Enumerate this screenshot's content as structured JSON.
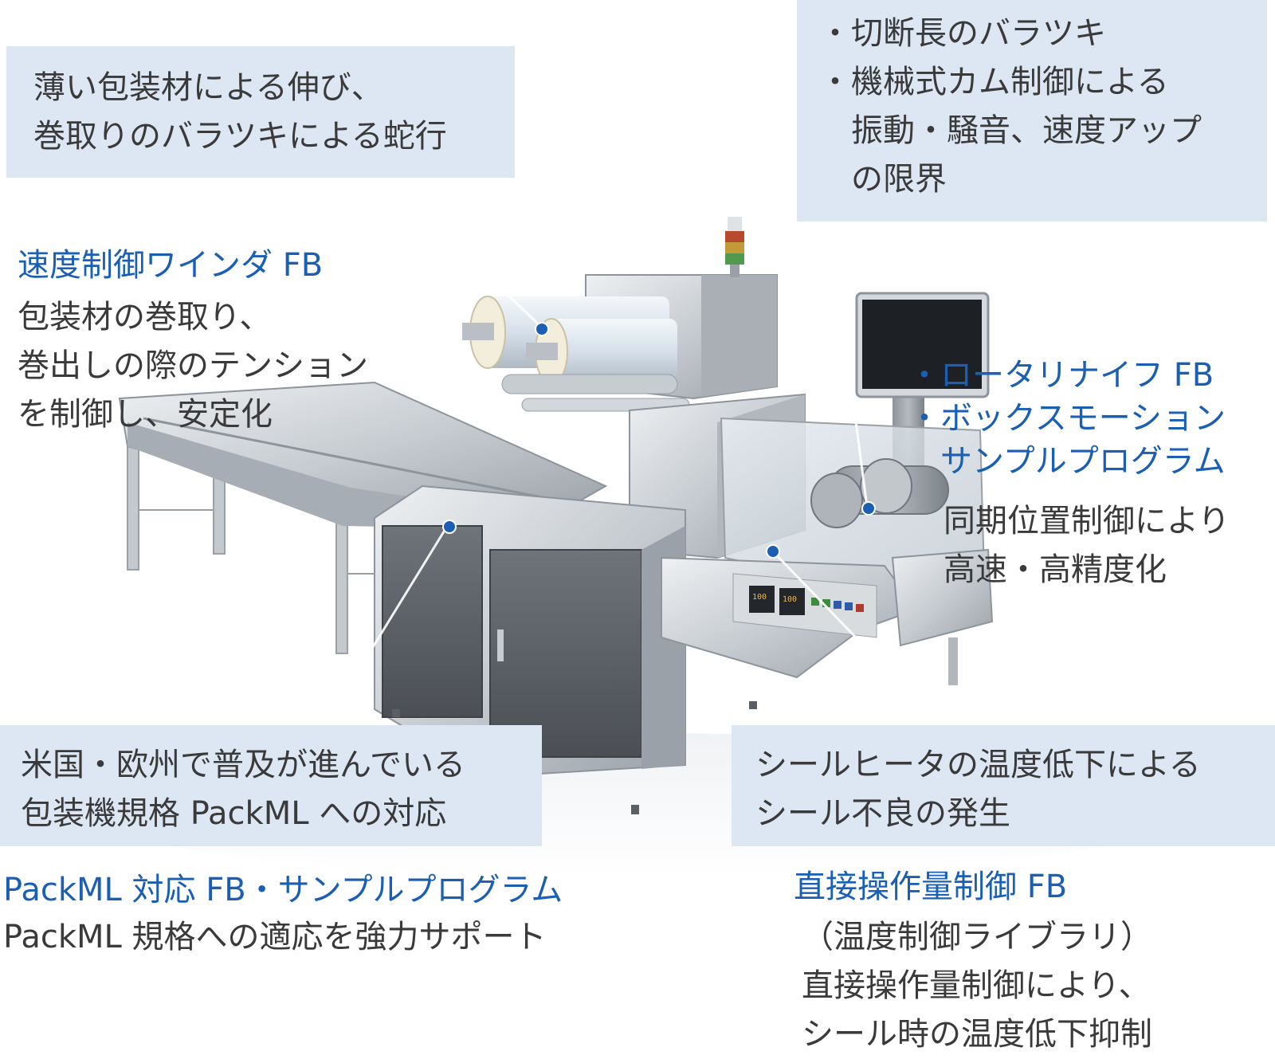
{
  "colors": {
    "accent": "#1a5fb4",
    "callout_bg": "#dce7f3",
    "text": "#3a3a3a",
    "steel": "#c9ced4"
  },
  "callouts": {
    "film_stretch": [
      "薄い包装材による伸び、",
      "巻取りのバラツキによる蛇行"
    ],
    "cutting": [
      "・切断長のバラツキ",
      "・機械式カム制御による",
      "　振動・騒音、速度アップ",
      "　の限界"
    ],
    "packml": [
      "米国・欧州で普及が進んでいる",
      "包装機規格 PackML への対応"
    ],
    "seal": [
      "シールヒータの温度低下による",
      "シール不良の発生"
    ]
  },
  "solutions": {
    "winder": {
      "title": "速度制御ワインダ FB",
      "desc": [
        "包装材の巻取り、",
        "巻出しの際のテンション",
        "を制御し、安定化"
      ]
    },
    "knife": {
      "titles": [
        "・ロータリナイフ FB",
        "・ボックスモーション",
        "　サンプルプログラム"
      ],
      "desc": [
        "同期位置制御により",
        "高速・高精度化"
      ]
    },
    "packml": {
      "title": "PackML 対応 FB・サンプルプログラム",
      "desc": [
        "PackML 規格への適応を強力サポート"
      ]
    },
    "temperature": {
      "title": "直接操作量制御 FB",
      "desc": [
        "（温度制御ライブラリ）",
        "直接操作量制御により、",
        "シール時の温度低下抑制"
      ]
    }
  },
  "panel": {
    "display1": "100",
    "display2": "100"
  },
  "icons": [
    "callout-marker-dot",
    "signal-tower-icon",
    "control-monitor-icon"
  ]
}
